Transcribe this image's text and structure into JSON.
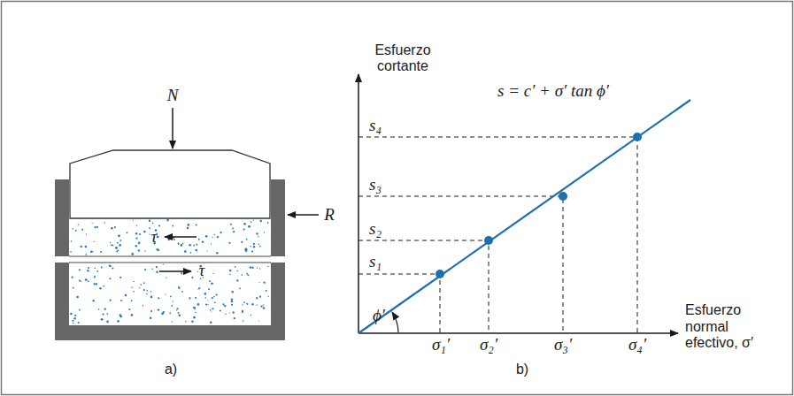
{
  "diagram": {
    "labels": [
      "N",
      "R",
      "τ",
      "τ",
      "a)",
      "Esfuerzo cortante",
      "s = c′ + σ′ tan ϕ′",
      "s₄",
      "s₃",
      "s₂",
      "s₁",
      "ϕ′",
      "σ₁′",
      "σ₂′",
      "σ₃′",
      "σ₄′",
      "Esfuerzo normal efectivo, σ′",
      "b)"
    ]
  }
}
